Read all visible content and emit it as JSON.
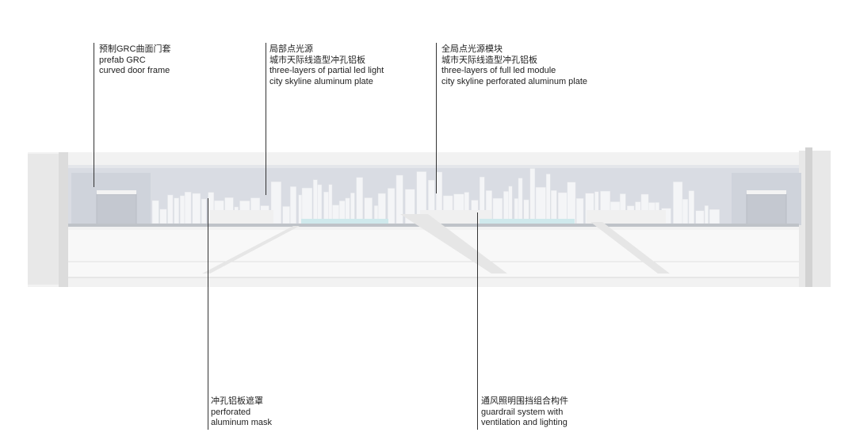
{
  "callouts": {
    "grc_door": {
      "lines": [
        "预制GRC曲面门套",
        "prefab GRC",
        "curved door frame"
      ]
    },
    "partial_led": {
      "lines": [
        "局部点光源",
        "城市天际线造型冲孔铝板",
        "three-layers of partial led light",
        "city skyline  aluminum plate"
      ]
    },
    "full_led": {
      "lines": [
        "全局点光源模块",
        "城市天际线造型冲孔铝板",
        "three-layers of full led module",
        "city skyline perforated aluminum plate"
      ]
    },
    "mask": {
      "lines": [
        "冲孔铝板遮罩",
        "perforated",
        "aluminum mask"
      ]
    },
    "guardrail": {
      "lines": [
        "通风照明围挡组合构件",
        "guardrail system with",
        "ventilation and lighting"
      ]
    }
  },
  "colors": {
    "ceiling": "#d9dce3",
    "skyline": "#f4f5f7",
    "glass": "#cfe9ec",
    "floor": "#f3f3f3",
    "leader": "#333333"
  }
}
